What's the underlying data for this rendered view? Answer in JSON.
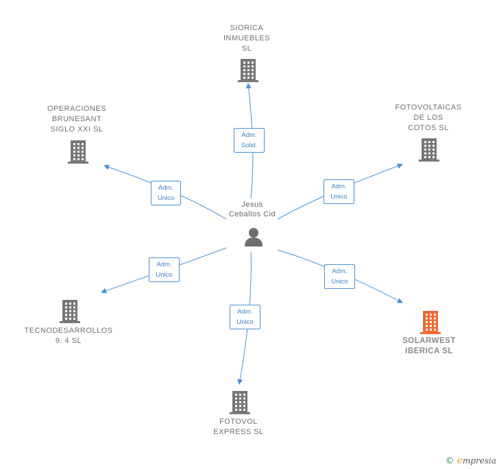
{
  "center": {
    "name_line1": "Jesus",
    "name_line2": "Ceballos Cid"
  },
  "companies": [
    {
      "id": "siorica",
      "label": "SIORICA\nINMUEBLES\nSL",
      "role": "Adm.\nSolid.",
      "highlight": false
    },
    {
      "id": "operaciones",
      "label": "OPERACIONES\nBRUNESANT\nSIGLO XXI SL",
      "role": "Adm.\nUnico",
      "highlight": false
    },
    {
      "id": "fotovoltaicas",
      "label": "FOTOVOLTAICAS\nDE LOS\nCOTOS SL",
      "role": "Adm.\nUnico",
      "highlight": false
    },
    {
      "id": "tecnodesarrollos",
      "label": "TECNODESARROLLOS\n9. 4 SL",
      "role": "Adm.\nUnico",
      "highlight": false
    },
    {
      "id": "solarwest",
      "label": "SOLARWEST\nIBERICA SL",
      "role": "Adm.\nUnico",
      "highlight": true
    },
    {
      "id": "fotovol",
      "label": "FOTOVOL\nEXPRESS SL",
      "role": "Adm.\nUnico",
      "highlight": false
    }
  ],
  "colors": {
    "building": "#777777",
    "building_highlight": "#f06a35",
    "edge": "#4a90d9",
    "person": "#6e6e6e"
  },
  "footer": {
    "copyright": "©",
    "brand_e": "e",
    "brand_rest": "mpresia"
  }
}
